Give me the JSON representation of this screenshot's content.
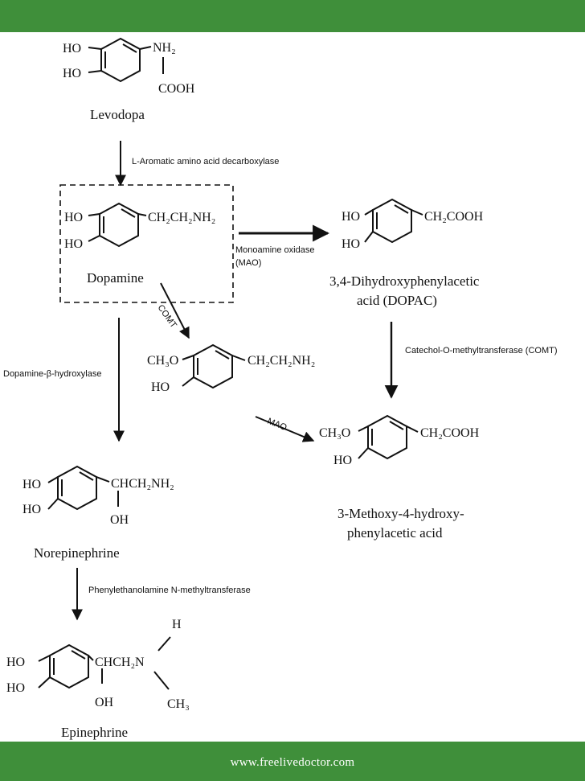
{
  "theme": {
    "bar_color": "#3f8f3a",
    "footer_text_color": "#ffffff",
    "ink": "#111111"
  },
  "footer": {
    "url": "www.freelivedoctor.com"
  },
  "compounds": {
    "levodopa": {
      "name": "Levodopa",
      "ho1": "HO",
      "ho2": "HO",
      "nh2": "NH₂",
      "cooh": "COOH"
    },
    "dopamine": {
      "name": "Dopamine",
      "ho1": "HO",
      "ho2": "HO",
      "chain": "CH₂CH₂NH₂"
    },
    "dopac": {
      "name_line1": "3,4-Dihydroxyphenylacetic",
      "name_line2": "acid (DOPAC)",
      "ho1": "HO",
      "ho2": "HO",
      "chain": "CH₂COOH"
    },
    "methoxytyramine": {
      "ch3o": "CH₃O",
      "ho": "HO",
      "chain": "CH₂CH₂NH₂"
    },
    "hva": {
      "name_line1": "3-Methoxy-4-hydroxy-",
      "name_line2": "phenylacetic acid",
      "ch3o": "CH₃O",
      "ho": "HO",
      "chain": "CH₂COOH"
    },
    "norepinephrine": {
      "name": "Norepinephrine",
      "ho1": "HO",
      "ho2": "HO",
      "chain": "CHCH₂NH₂",
      "oh": "OH"
    },
    "epinephrine": {
      "name": "Epinephrine",
      "ho1": "HO",
      "ho2": "HO",
      "chain": "CHCH₂N",
      "oh": "OH",
      "h": "H",
      "ch3": "CH₃"
    }
  },
  "enzymes": {
    "aadc": "L-Aromatic amino acid decarboxylase",
    "mao1_line1": "Monoamine oxidase",
    "mao1_line2": "(MAO)",
    "comt1": "COMT",
    "comt2": "Catechol-O-methyltransferase (COMT)",
    "dbh": "Dopamine-β-hydroxylase",
    "mao2": "MAO",
    "pnmt": "Phenylethanolamine N-methyltransferase"
  }
}
